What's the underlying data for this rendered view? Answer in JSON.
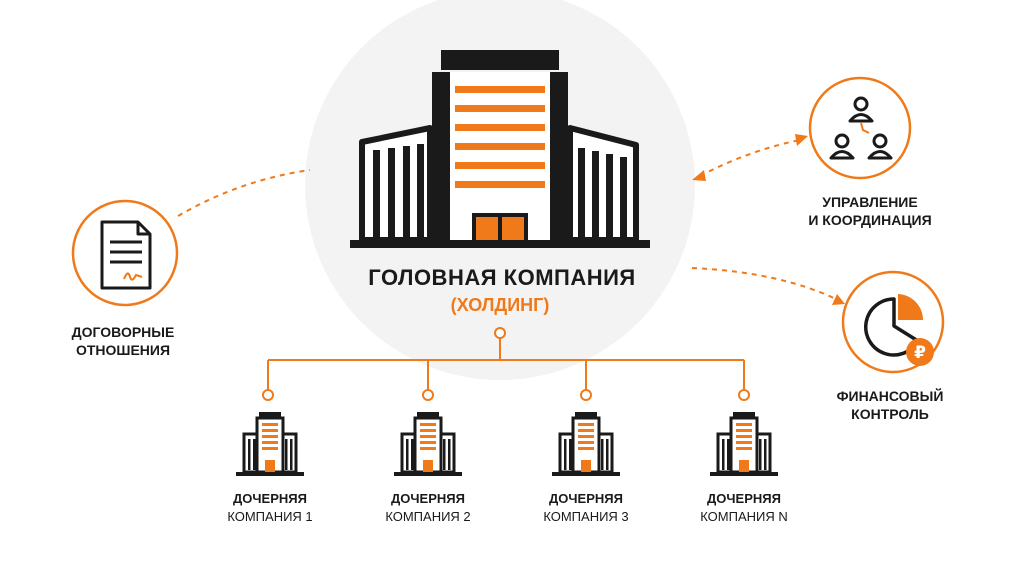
{
  "head": {
    "title": "ГОЛОВНАЯ КОМПАНИЯ",
    "subtitle": "(ХОЛДИНГ)"
  },
  "side_nodes": {
    "contract": {
      "line1": "ДОГОВОРНЫЕ",
      "line2": "ОТНОШЕНИЯ",
      "icon": "contract-document-icon"
    },
    "management": {
      "line1": "УПРАВЛЕНИЕ",
      "line2": "И КООРДИНАЦИЯ",
      "icon": "people-hierarchy-icon"
    },
    "finance": {
      "line1": "ФИНАНСОВЫЙ",
      "line2": "КОНТРОЛЬ",
      "icon": "pie-chart-ruble-icon"
    }
  },
  "subsidiaries": [
    {
      "line1": "ДОЧЕРНЯЯ",
      "line2": "КОМПАНИЯ 1"
    },
    {
      "line1": "ДОЧЕРНЯЯ",
      "line2": "КОМПАНИЯ 2"
    },
    {
      "line1": "ДОЧЕРНЯЯ",
      "line2": "КОМПАНИЯ 3"
    },
    {
      "line1": "ДОЧЕРНЯЯ",
      "line2": "КОМПАНИЯ N"
    }
  ],
  "colors": {
    "accent": "#f07a1a",
    "dark": "#1a1a1a",
    "halo": "#f4f4f4"
  },
  "currency_symbol": "₽"
}
